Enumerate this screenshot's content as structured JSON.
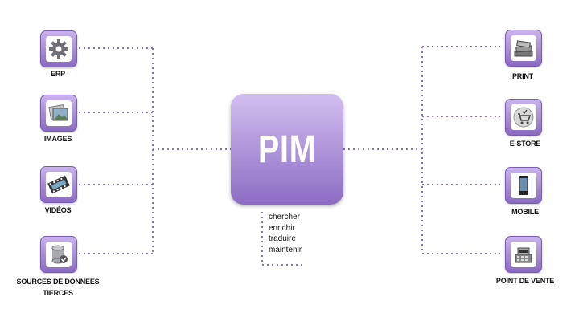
{
  "hub": {
    "label": "PIM"
  },
  "actions": [
    "chercher",
    "enrichir",
    "traduire",
    "maintenir"
  ],
  "sources": [
    {
      "label": "ERP",
      "icon": "gear-icon"
    },
    {
      "label": "IMAGES",
      "icon": "photos-icon"
    },
    {
      "label": "VIDÉOS",
      "icon": "film-icon"
    },
    {
      "label_line1": "SOURCES DE DONNÉES",
      "label_line2": "TIERCES",
      "icon": "database-icon"
    }
  ],
  "outputs": [
    {
      "label": "PRINT",
      "icon": "books-icon"
    },
    {
      "label": "E-STORE",
      "icon": "shopping-cart-icon"
    },
    {
      "label": "MOBILE",
      "icon": "phone-icon"
    },
    {
      "label": "POINT DE VENTE",
      "icon": "cash-register-icon"
    }
  ],
  "colors": {
    "tile": "#a98ad8",
    "connector": "#8a72b8",
    "hub_text": "#ffffff"
  }
}
